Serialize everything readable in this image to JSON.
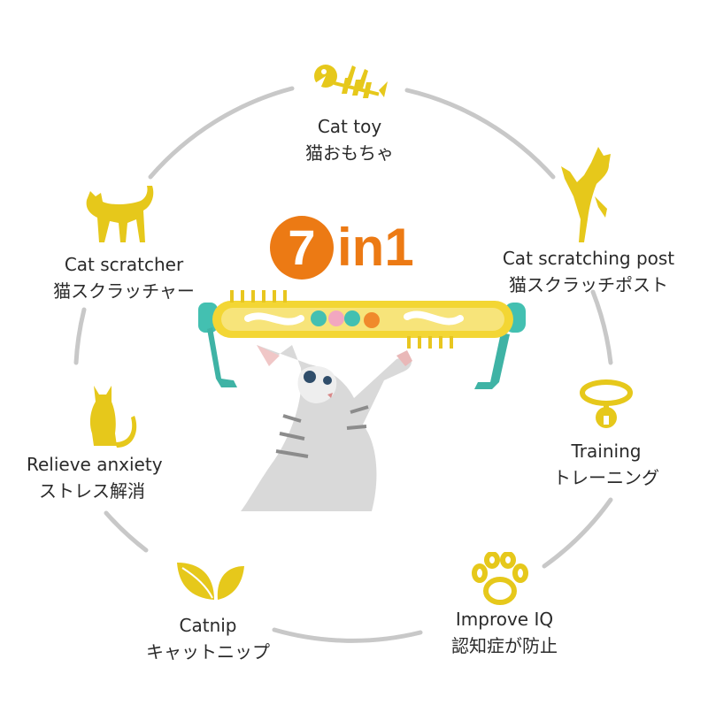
{
  "badge": {
    "number": "7",
    "text": "in1"
  },
  "features": [
    {
      "en": "Cat toy",
      "jp": "猫おもちゃ",
      "icon": "fish-bone-icon"
    },
    {
      "en": "Cat scratching post",
      "jp": "猫スクラッチポスト",
      "icon": "jumping-cat-icon"
    },
    {
      "en": "Training",
      "jp": "トレーニング",
      "icon": "collar-bell-icon"
    },
    {
      "en": "Improve IQ",
      "jp": "認知症が防止",
      "icon": "paw-icon"
    },
    {
      "en": "Catnip",
      "jp": "キャットニップ",
      "icon": "leaf-icon"
    },
    {
      "en": "Relieve anxiety",
      "jp": "ストレス解消",
      "icon": "sitting-cat-icon"
    },
    {
      "en": "Cat scratcher",
      "jp": "猫スクラッチャー",
      "icon": "walking-cat-icon"
    }
  ],
  "colors": {
    "icon": "#e6c81b",
    "ring": "#c8c8c8",
    "badge": "#ec7a14",
    "toy": "#f3d634",
    "teal": "#43c0b1"
  }
}
